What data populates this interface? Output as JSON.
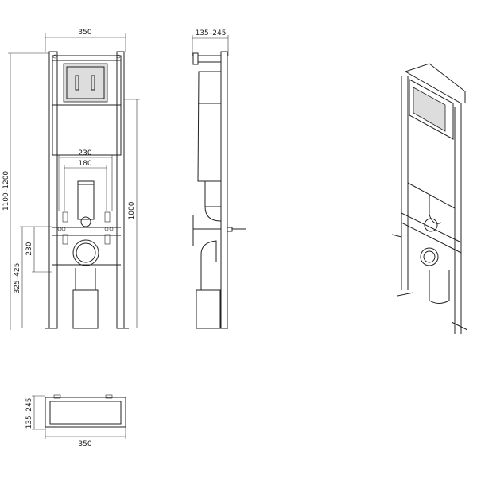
{
  "front_view": {
    "width_label": "350",
    "height_label": "1100–1200",
    "frame_height_label": "1000",
    "bolt_outer_label": "230",
    "bolt_inner_label": "180",
    "outlet_offset_label": "230",
    "outlet_height_label": "325–425"
  },
  "side_view": {
    "depth_label": "135–245"
  },
  "plan_view": {
    "depth_label": "135–245",
    "width_label": "350"
  },
  "colors": {
    "line": "#222222",
    "background": "#ffffff"
  }
}
